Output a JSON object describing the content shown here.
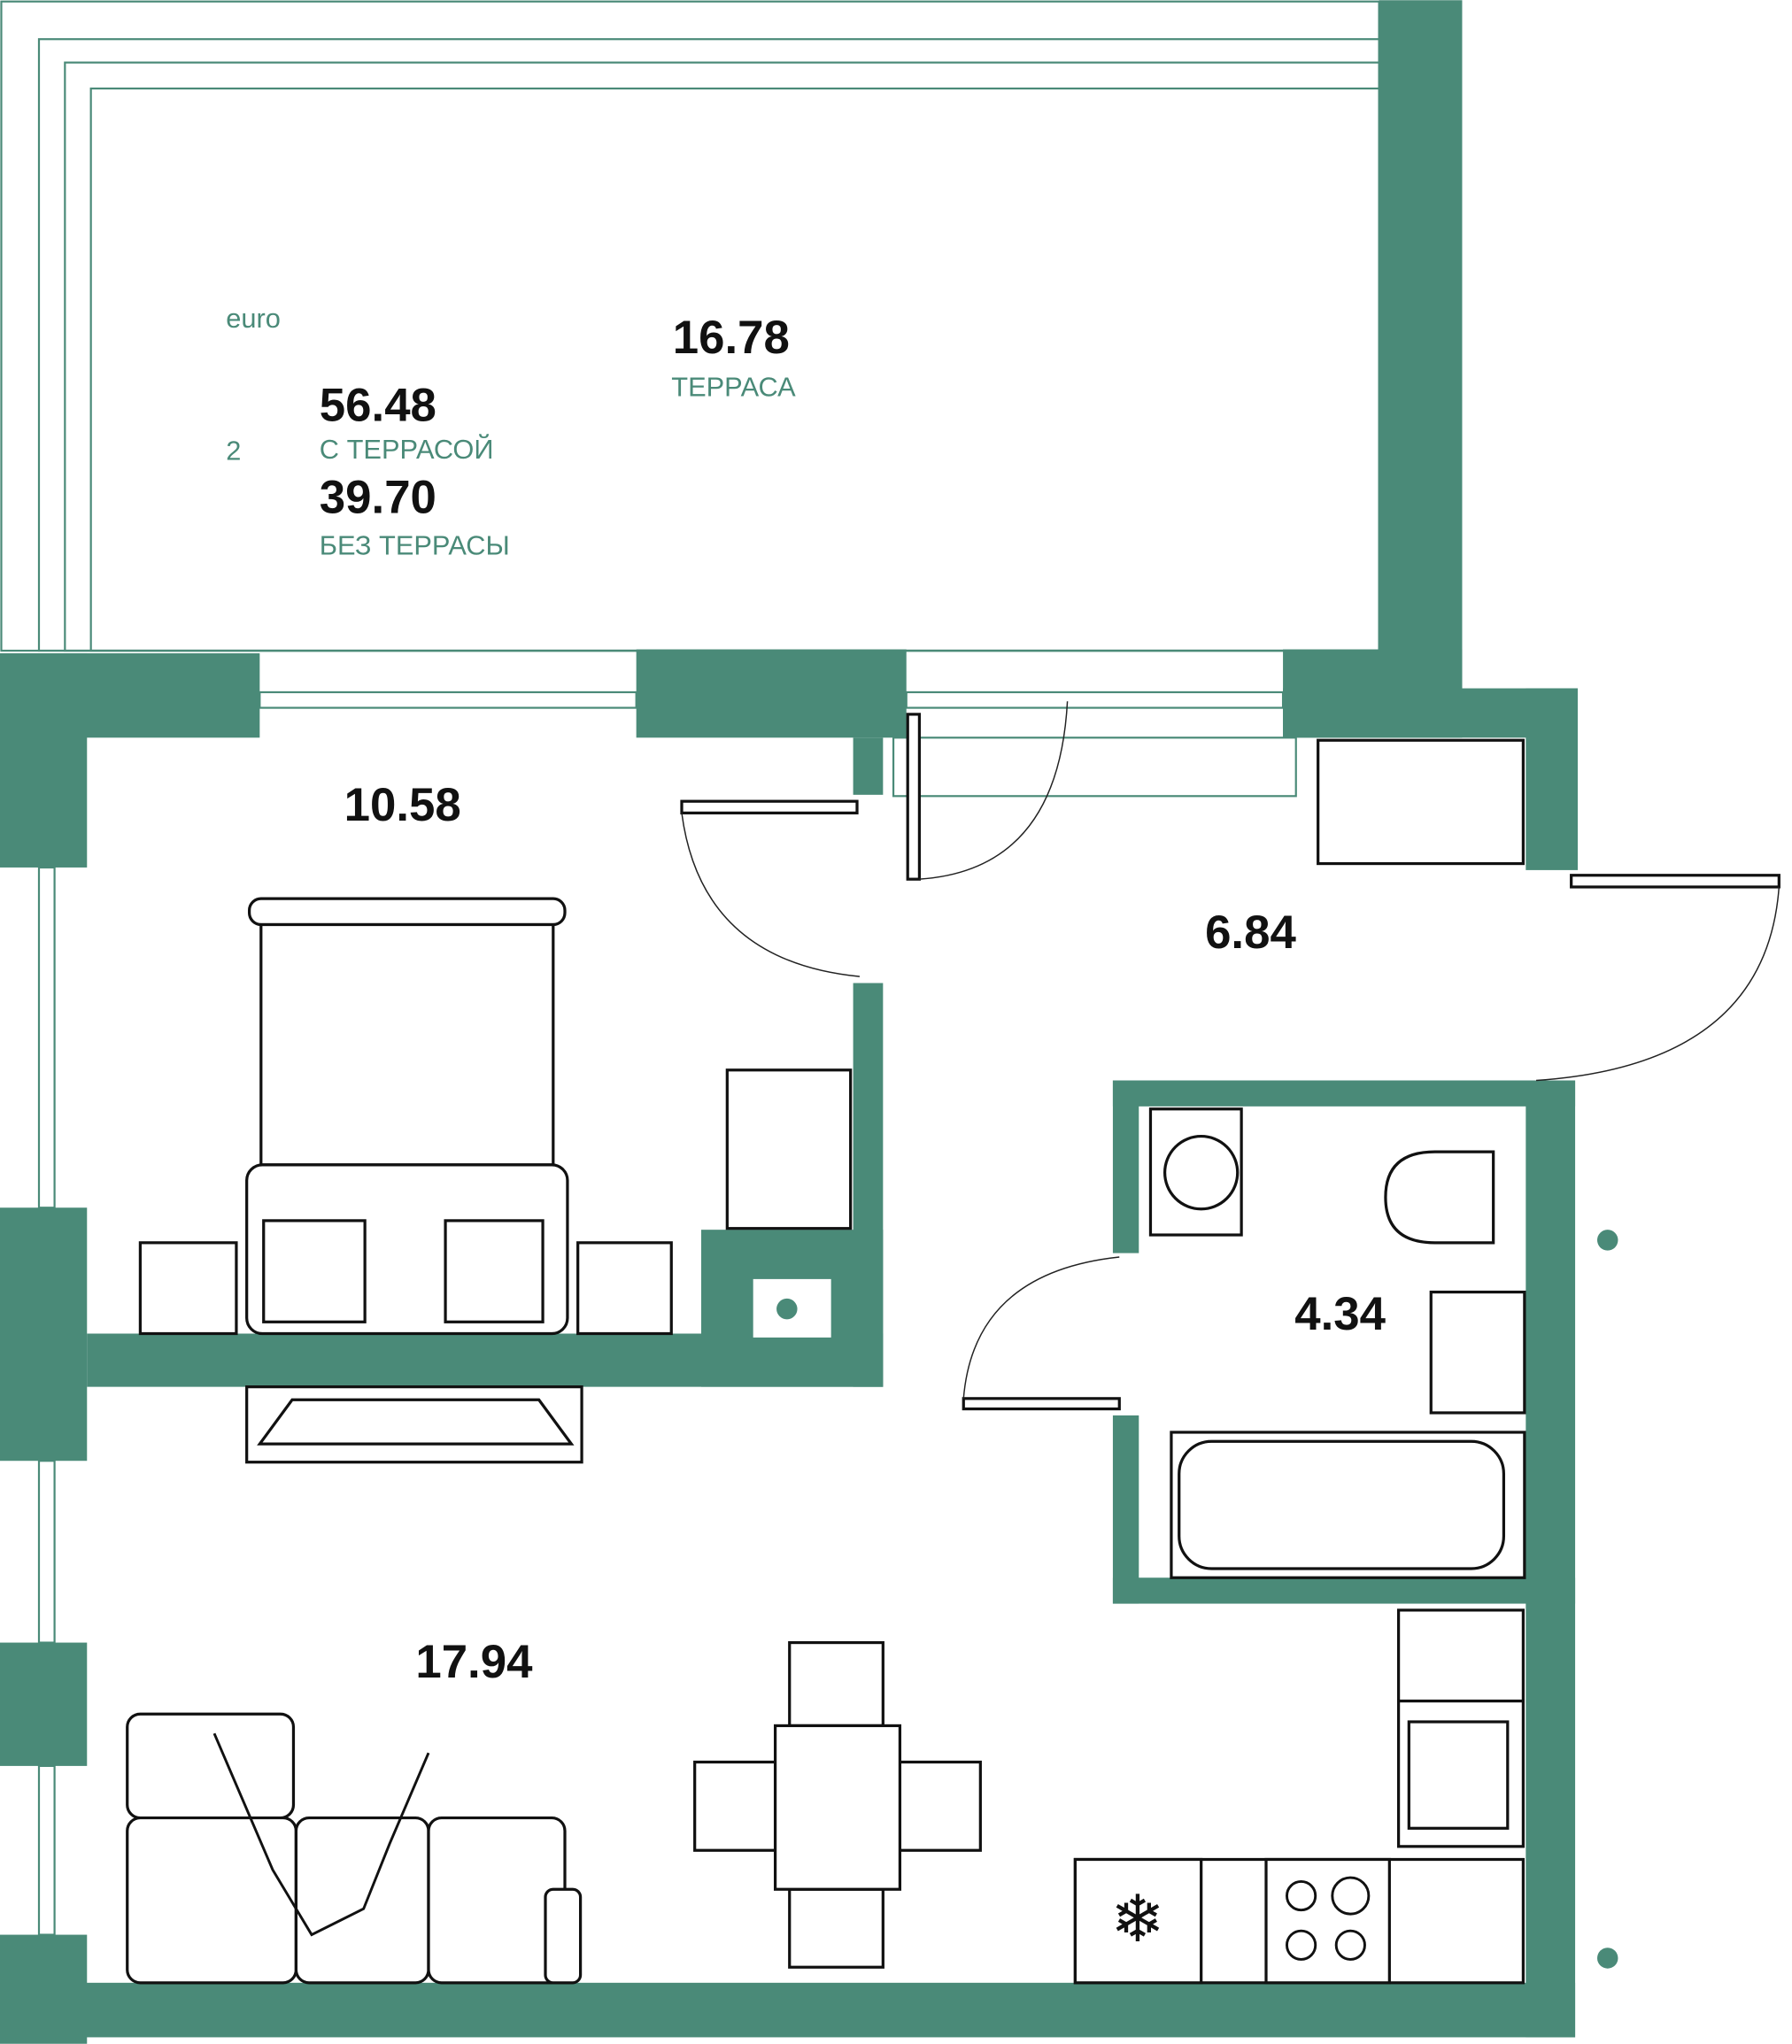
{
  "plan": {
    "type_label": "euro",
    "rooms_count": "2",
    "total_with_terrace": "56.48",
    "total_with_terrace_label": "С ТЕРРАСОЙ",
    "total_without_terrace": "39.70",
    "total_without_terrace_label": "БЕЗ ТЕРРАСЫ"
  },
  "rooms": {
    "terrace": {
      "area": "16.78",
      "label": "ТЕРРАСА"
    },
    "bedroom": {
      "area": "10.58"
    },
    "hallway": {
      "area": "6.84"
    },
    "bathroom": {
      "area": "4.34"
    },
    "living_kitchen": {
      "area": "17.94"
    }
  },
  "colors": {
    "wall": "#4a8a78",
    "furniture_stroke": "#111111"
  }
}
